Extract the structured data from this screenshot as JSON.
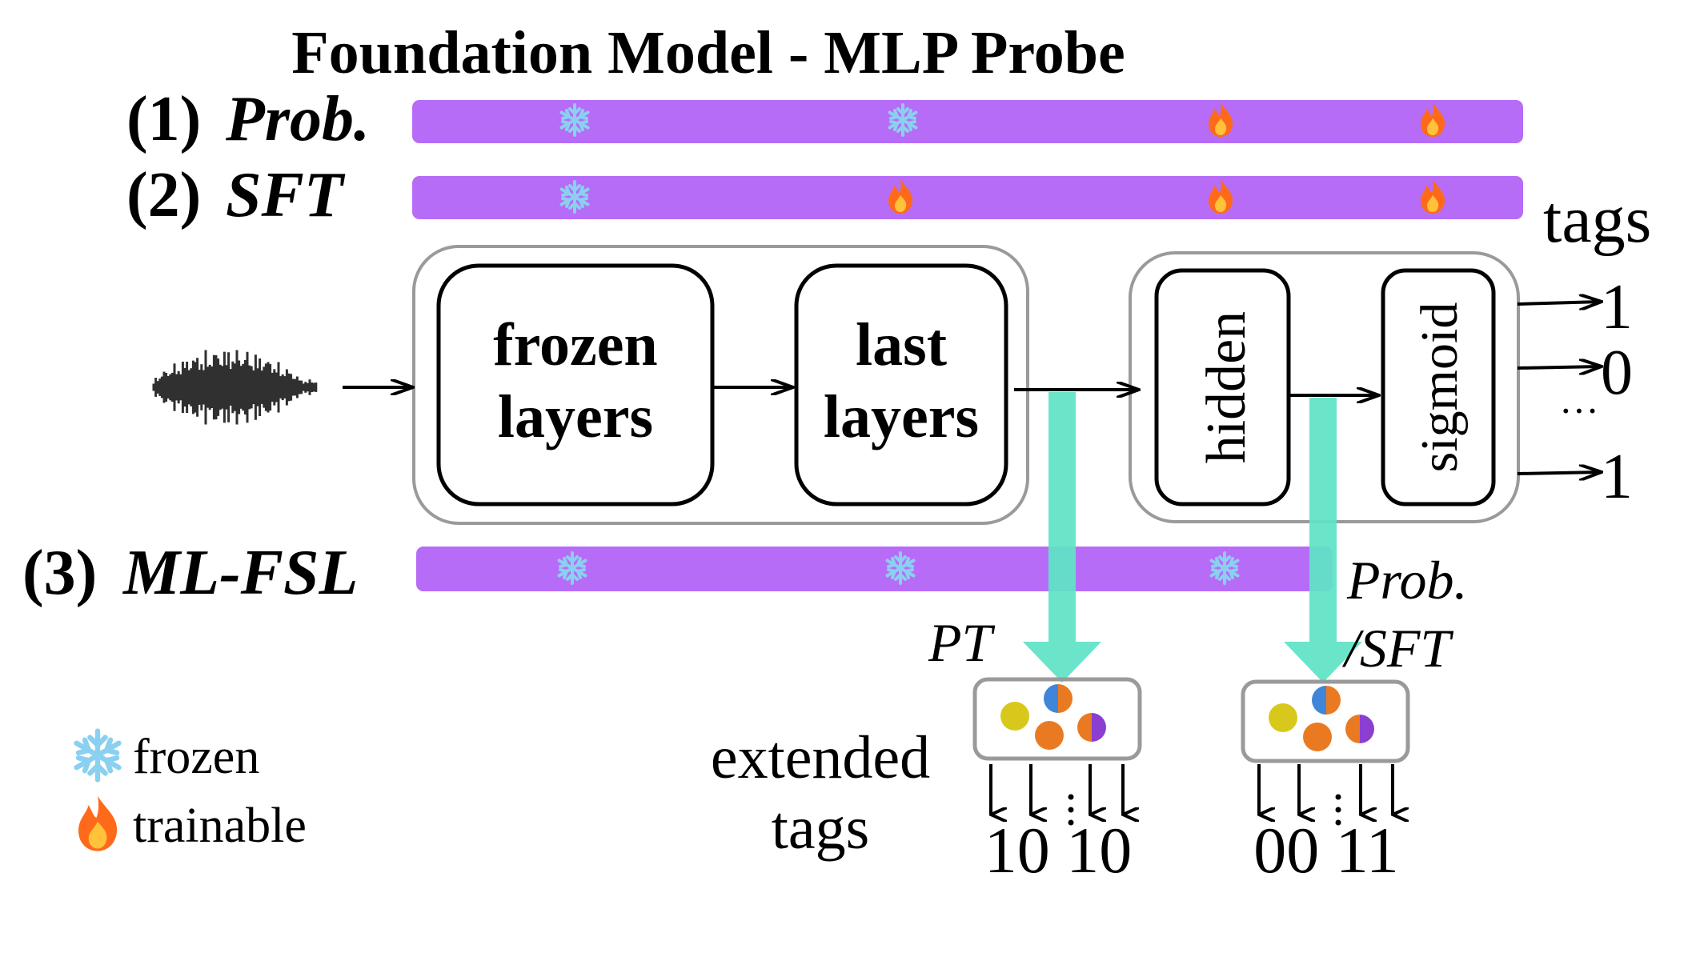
{
  "title": "Foundation Model - MLP Probe",
  "strategies": [
    {
      "num": "(1)",
      "name": "Prob.",
      "icons": [
        "frozen",
        "frozen",
        "trainable",
        "trainable"
      ]
    },
    {
      "num": "(2)",
      "name": "SFT",
      "icons": [
        "frozen",
        "trainable",
        "trainable",
        "trainable"
      ]
    },
    {
      "num": "(3)",
      "name": "ML-FSL",
      "icons": [
        "frozen",
        "frozen",
        "frozen"
      ]
    }
  ],
  "blocks": {
    "frozen": [
      "frozen",
      "layers"
    ],
    "last": [
      "last",
      "layers"
    ],
    "hidden": "hidden",
    "sigmoid": "sigmoid"
  },
  "tags_label": "tags",
  "outputs": [
    "1",
    "0",
    "···",
    "1"
  ],
  "pt_label": "PT",
  "prob_sft_label": [
    "Prob.",
    "/SFT"
  ],
  "extended_label": [
    "extended",
    "tags"
  ],
  "left_extended_values": "10 10",
  "right_extended_values": "00 11",
  "legend": {
    "frozen": "frozen",
    "trainable": "trainable"
  },
  "colors": {
    "bar": "#b76cf7",
    "arrow": "#5fe3c6",
    "snow": "#8ad0f0",
    "fire": "#ff6a1a",
    "box": "#9a9a9a"
  }
}
